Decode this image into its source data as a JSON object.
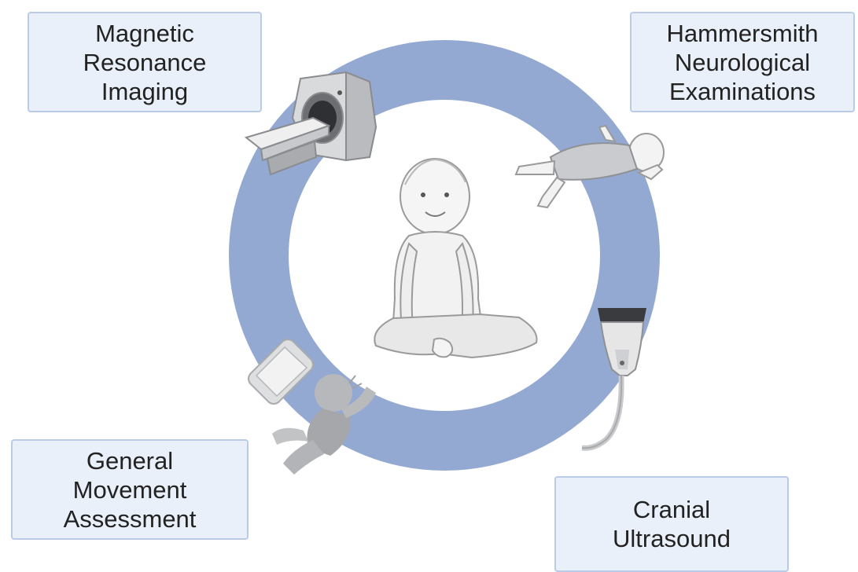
{
  "boxes": {
    "mri": {
      "lines": [
        "Magnetic",
        "Resonance",
        "Imaging"
      ]
    },
    "hne": {
      "lines": [
        "Hammersmith",
        "Neurological",
        "Examinations"
      ]
    },
    "gma": {
      "lines": [
        "General",
        "Movement",
        "Assessment"
      ]
    },
    "cus": {
      "lines": [
        "Cranial",
        "Ultrasound"
      ]
    }
  },
  "colors": {
    "ring": "#93a9d2",
    "box_fill": "#eaf0f9",
    "box_border": "#b9cbe6",
    "text": "#222222"
  },
  "icons": [
    "mri-scanner-icon",
    "infant-lying-icon",
    "baby-sitting-icon",
    "ultrasound-probe-icon",
    "phone-icon",
    "infant-movement-icon"
  ]
}
